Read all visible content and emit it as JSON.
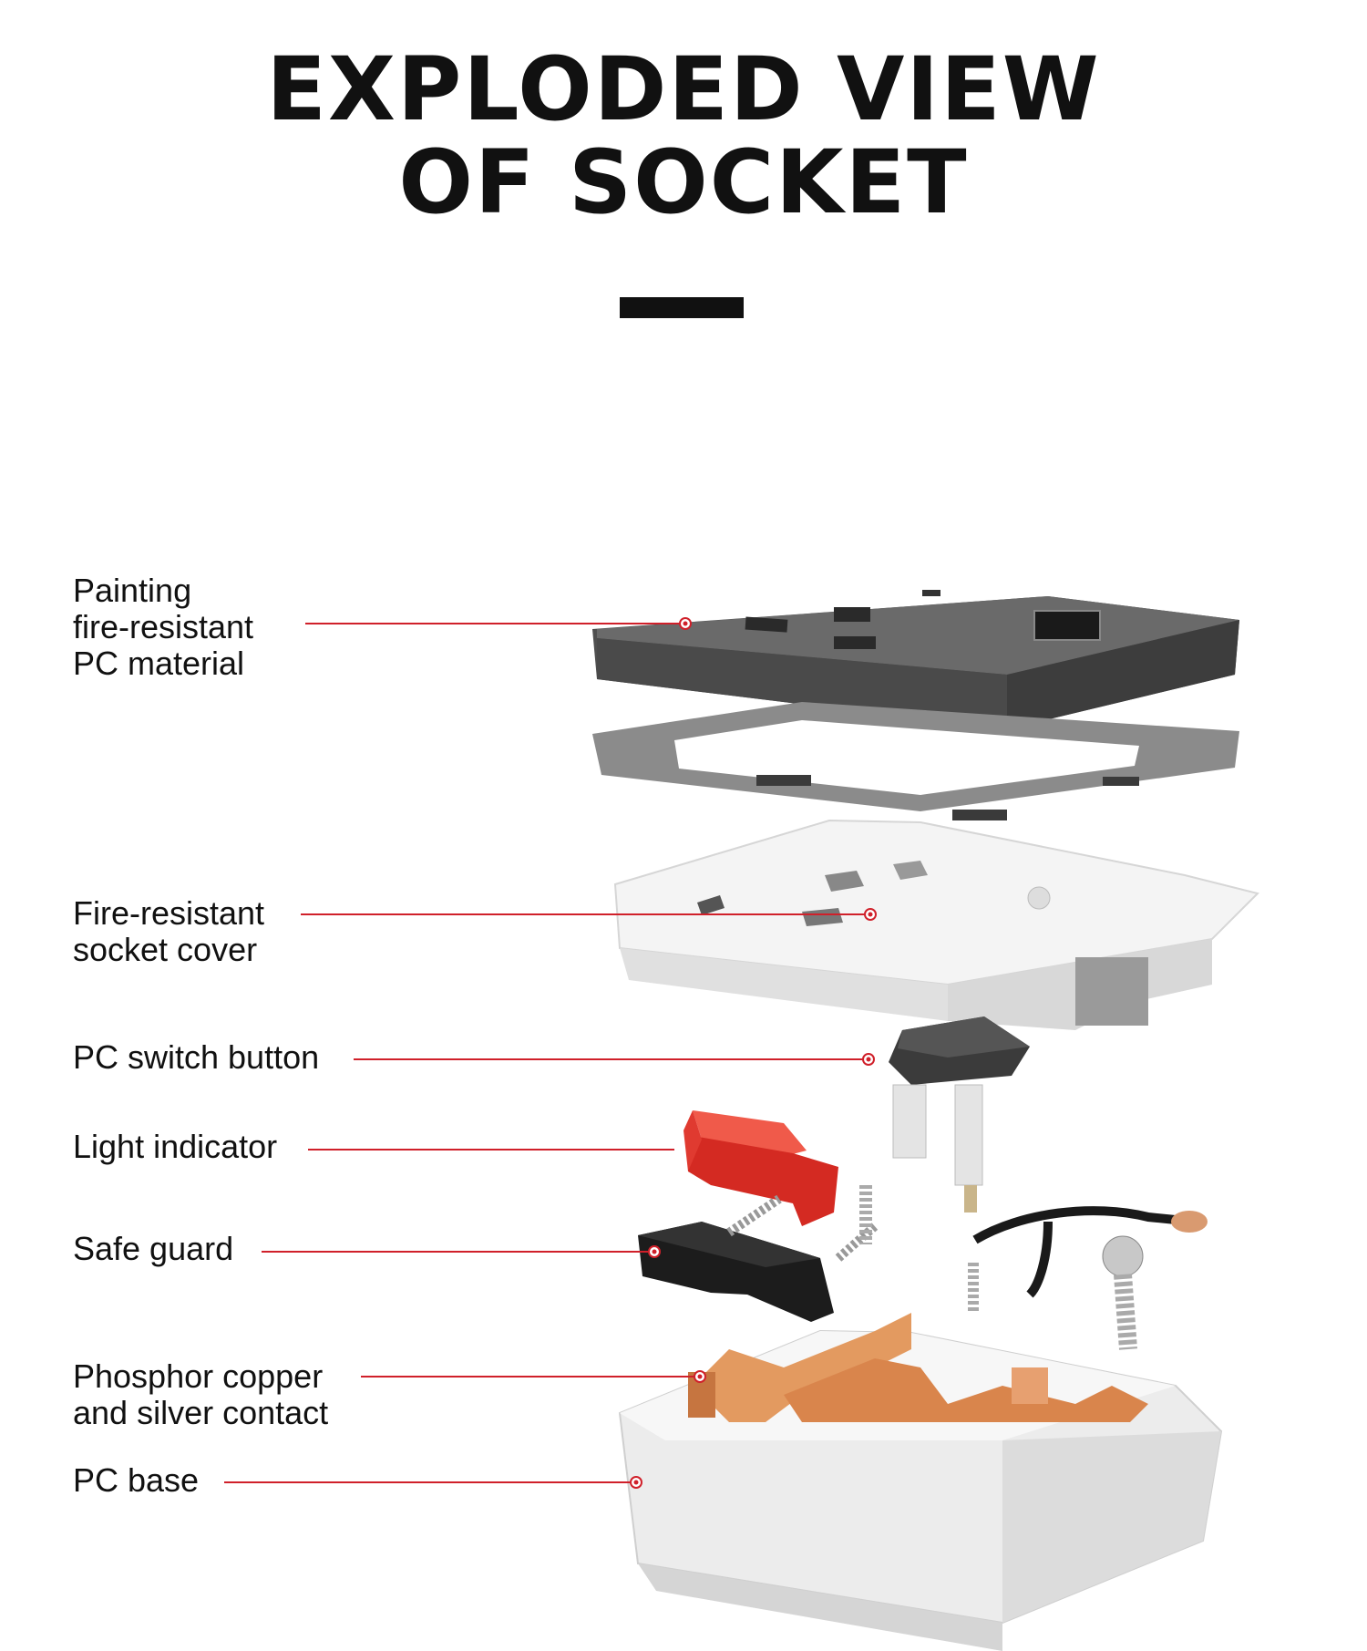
{
  "title": {
    "line1": "EXPLODED VIEW",
    "line2": "OF SOCKET"
  },
  "callouts": [
    {
      "id": "faceplate",
      "label": "Painting\nfire-resistant\nPC material"
    },
    {
      "id": "cover",
      "label": "Fire-resistant\nsocket cover"
    },
    {
      "id": "button",
      "label": "PC switch button"
    },
    {
      "id": "indicator",
      "label": "Light indicator"
    },
    {
      "id": "guard",
      "label": "Safe guard"
    },
    {
      "id": "contact",
      "label": "Phosphor copper\nand silver contact"
    },
    {
      "id": "base",
      "label": "PC base"
    }
  ],
  "colors": {
    "leader": "#d0202a",
    "faceplate": "#5a5a5a",
    "frame": "#8a8a8a",
    "cover": "#f2f2f2",
    "copper": "#e08a50",
    "indicator": "#e0302a"
  }
}
